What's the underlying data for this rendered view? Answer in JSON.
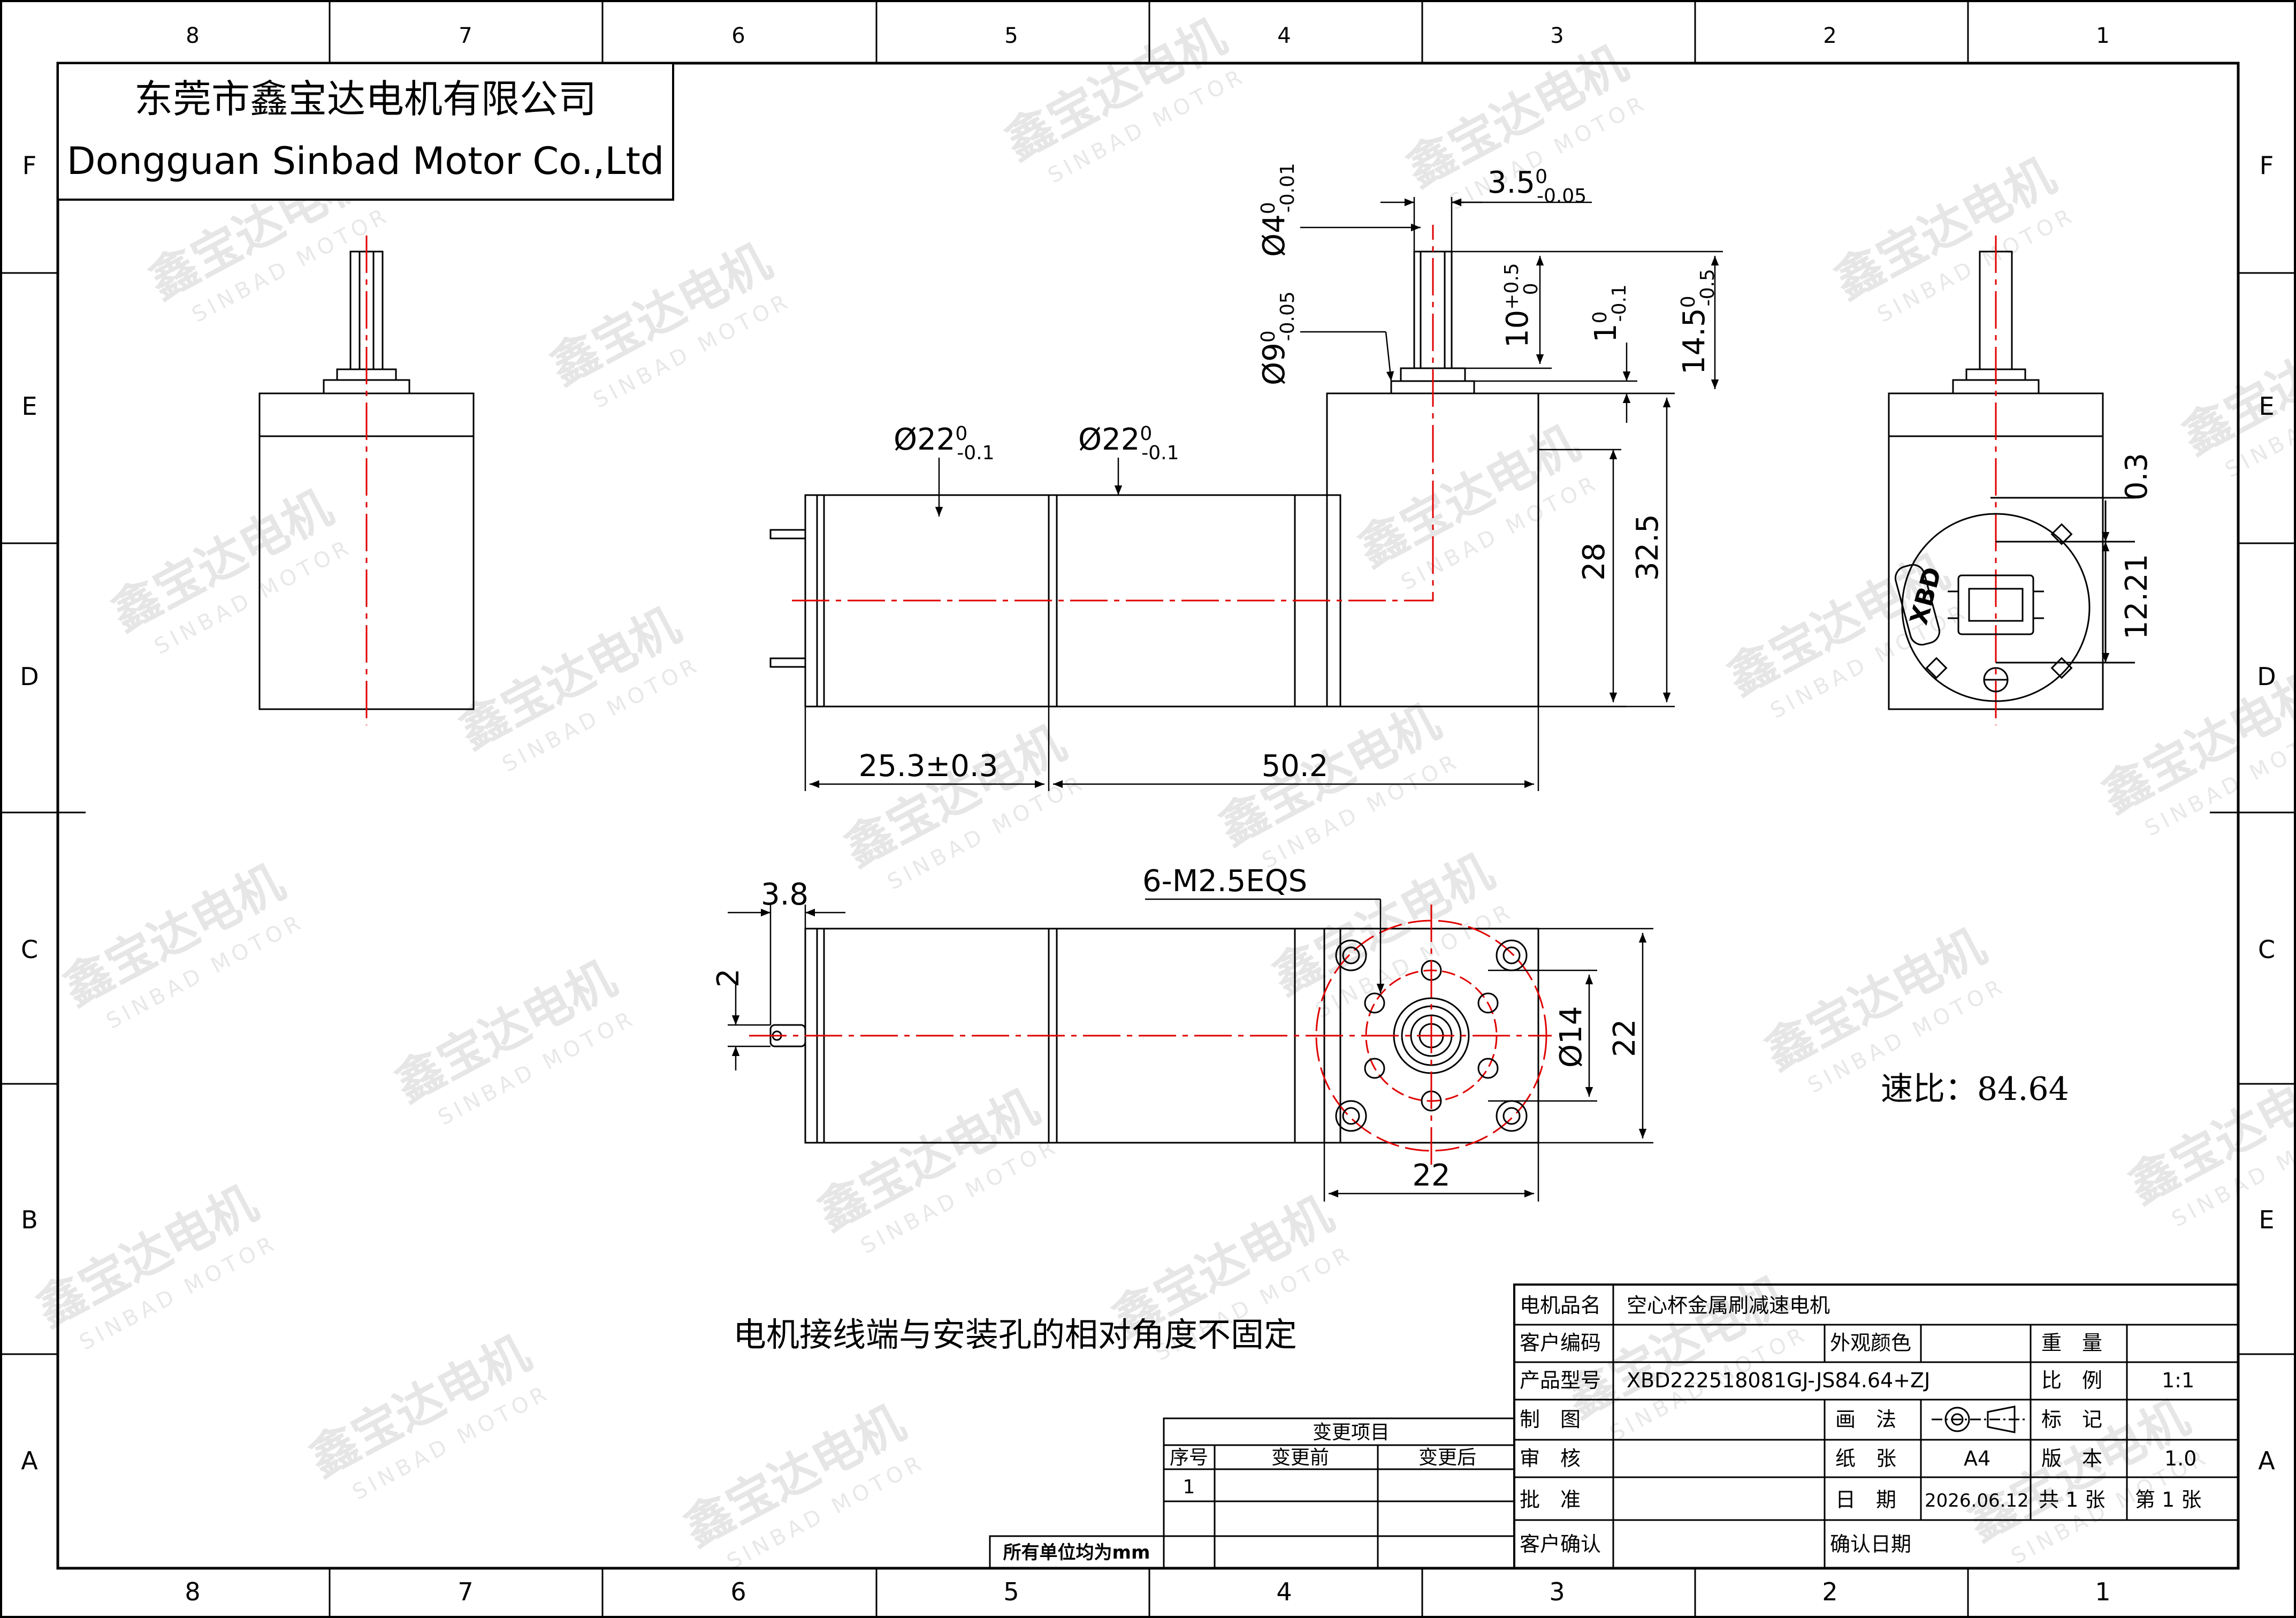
{
  "company": {
    "name_cn": "东莞市鑫宝达电机有限公司",
    "name_en": "Dongguan Sinbad Motor Co.,Ltd"
  },
  "watermark": {
    "cn": "鑫宝达电机",
    "en": "SINBAD MOTOR"
  },
  "frame": {
    "zones_col_bottom": [
      "8",
      "7",
      "6",
      "5",
      "4",
      "3",
      "2",
      "1"
    ],
    "zones_col_top": [
      "8",
      "7",
      "6",
      "5",
      "4",
      "3",
      "2",
      "1"
    ],
    "zones_row_left": [
      "F",
      "E",
      "D",
      "C",
      "B",
      "A"
    ],
    "zones_row_right": [
      "F",
      "E",
      "D",
      "C",
      "E",
      "A"
    ]
  },
  "dimensions": {
    "shaft_dia": {
      "main": "Ø4",
      "sup": "0",
      "sub": "-0.01"
    },
    "flat_width": {
      "main": "3.5",
      "sup": "0",
      "sub": "-0.05"
    },
    "shaft_len": {
      "main": "10",
      "sup": "+0.5",
      "sub": "0"
    },
    "boss_height": {
      "main": "1",
      "sup": "0",
      "sub": "-0.1"
    },
    "total_shaft_len": {
      "main": "14.5",
      "sup": "0",
      "sub": "-0.5"
    },
    "boss_dia": {
      "main": "Ø9",
      "sup": "0",
      "sub": "-0.05"
    },
    "motor_dia_1": {
      "main": "Ø22",
      "sup": "0",
      "sub": "-0.1"
    },
    "motor_dia_2": {
      "main": "Ø22",
      "sup": "0",
      "sub": "-0.1"
    },
    "h28": "28",
    "h32_5": "32.5",
    "len_25_3": "25.3±0.3",
    "len_50_2": "50.2",
    "terminal_3_8": "3.8",
    "terminal_2": "2",
    "holes": "6-M2.5EQS",
    "pcd_14": "Ø14",
    "sq_22_v": "22",
    "sq_22_h": "22",
    "offset_0_3": "0.3",
    "offset_12_21": "12.21"
  },
  "notes": {
    "ratio": "速比：84.64",
    "angle_note": "电机接线端与安装孔的相对角度不固定",
    "brand_mark": "XBD"
  },
  "title_block": {
    "r1": {
      "label": "电机品名",
      "value": "空心杯金属刷减速电机"
    },
    "r2": {
      "label": "客户编码",
      "color_label": "外观颜色",
      "weight_label": "重　量"
    },
    "r3": {
      "label": "产品型号",
      "value": "XBD222518081GJ-JS84.64+ZJ",
      "scale_label": "比　例",
      "scale_value": "1:1"
    },
    "r4": {
      "label": "制　图",
      "method_label": "画　法",
      "mark_label": "标　记"
    },
    "r5": {
      "label": "审　核",
      "paper_label": "纸　张",
      "paper_value": "A4",
      "version_label": "版　本",
      "version_value": "1.0"
    },
    "r6": {
      "label": "批　准",
      "date_label": "日　期",
      "date_value": "2026.06.12",
      "total_sheets": "共 1 张",
      "sheet_no": "第 1 张"
    },
    "r7": {
      "label": "客户确认",
      "confirm_date_label": "确认日期"
    }
  },
  "revision_table": {
    "title": "变更项目",
    "headers": [
      "序号",
      "变更前",
      "变更后"
    ],
    "rows": [
      [
        "1",
        "",
        ""
      ]
    ],
    "units_note": "所有单位均为mm"
  }
}
